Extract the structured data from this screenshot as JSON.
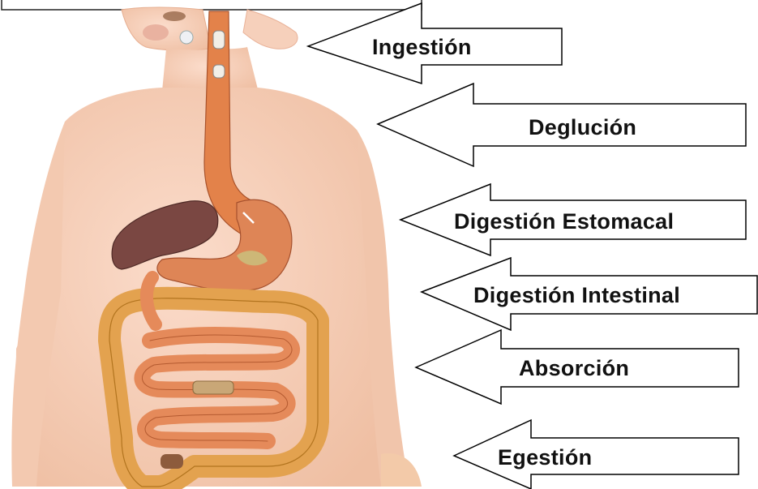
{
  "diagram": {
    "labels": [
      {
        "id": "ingestion",
        "text": "Ingestión"
      },
      {
        "id": "deglucion",
        "text": "Deglución"
      },
      {
        "id": "digestion-estomacal",
        "text": "Digestión Estomacal"
      },
      {
        "id": "digestion-intestinal",
        "text": "Digestión Intestinal"
      },
      {
        "id": "absorcion",
        "text": "Absorción"
      },
      {
        "id": "egestion",
        "text": "Egestión"
      }
    ]
  },
  "colors": {
    "skin": "#f7d2bd",
    "skin_shade": "#eeb898",
    "esophagus": "#e3824a",
    "stomach": "#de8556",
    "liver": "#7a4742",
    "small_intestine": "#e58a5a",
    "large_intestine": "#e3a24f",
    "arrow_fill": "#ffffff",
    "arrow_stroke": "#000000"
  }
}
